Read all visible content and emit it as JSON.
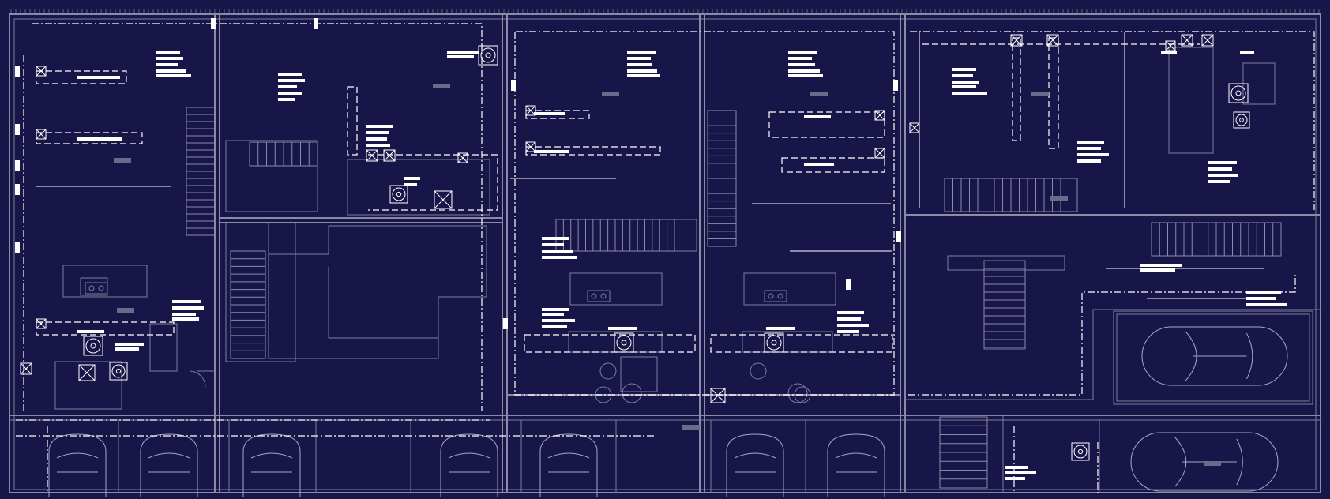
{
  "drawing": {
    "type": "mechanical floor plan",
    "colors": {
      "background": "#181649",
      "walls": "#8b8ba8",
      "ductwork": "#ffffff",
      "labels": "#ffffff"
    },
    "units": [
      "unit-1",
      "unit-2",
      "unit-3",
      "unit-4",
      "unit-5"
    ],
    "symbols": [
      "supply-diffuser",
      "exhaust-fan",
      "stair",
      "kitchen-island",
      "sink",
      "vehicle",
      "condensing-unit"
    ]
  }
}
